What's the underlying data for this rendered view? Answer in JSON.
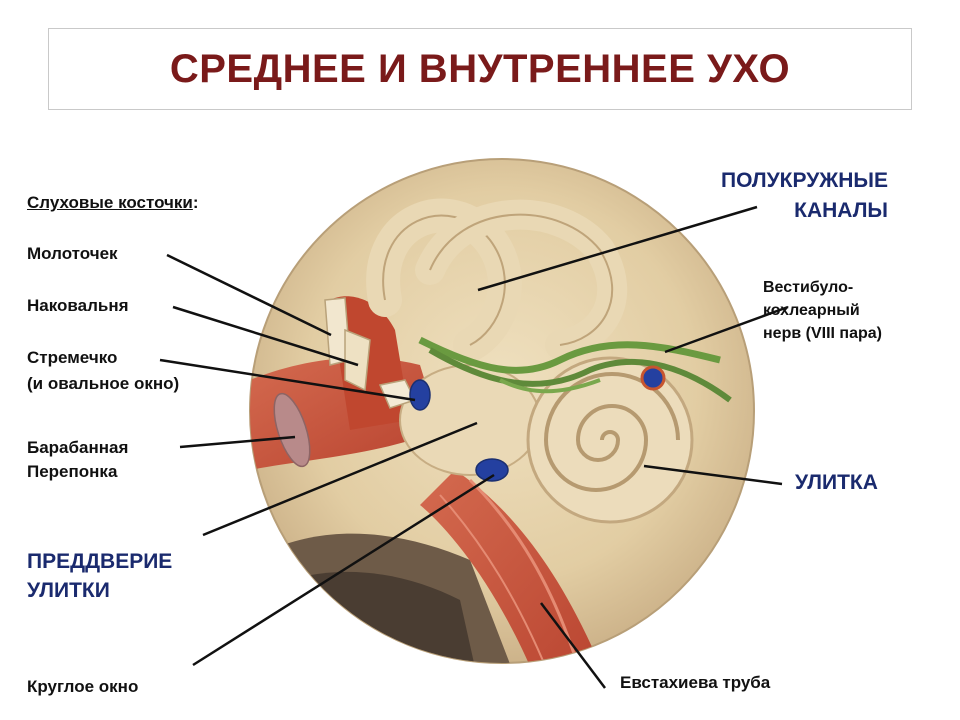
{
  "title": "СРЕДНЕЕ И ВНУТРЕННЕЕ УХО",
  "labels": {
    "ossicles": "Слуховые косточки",
    "ossicles_colon": ":",
    "malleus": "Молоточек",
    "incus": "Наковальня",
    "stapes": "Стремечко",
    "oval_window": "(и овальное окно)",
    "eardrum_1": "Барабанная",
    "eardrum_2": "Перепонка",
    "vestibule_1": "ПРЕДДВЕРИЕ",
    "vestibule_2": "УЛИТКИ",
    "round_window": "Круглое окно",
    "canals_1": "ПОЛУКРУЖНЫЕ",
    "canals_2": "КАНАЛЫ",
    "nerve_1": "Вестибуло-",
    "nerve_2": "кохлеарный",
    "nerve_3": "нерв (VIII пара)",
    "cochlea": "УЛИТКА",
    "eustachian": "Евстахиева труба"
  },
  "colors": {
    "title": "#7a1a1a",
    "label_blue": "#1a2a6e",
    "bone": "#e6d3ad",
    "muscle": "#c9533d",
    "nerve": "#5f8a3a",
    "window": "#2440a0"
  }
}
